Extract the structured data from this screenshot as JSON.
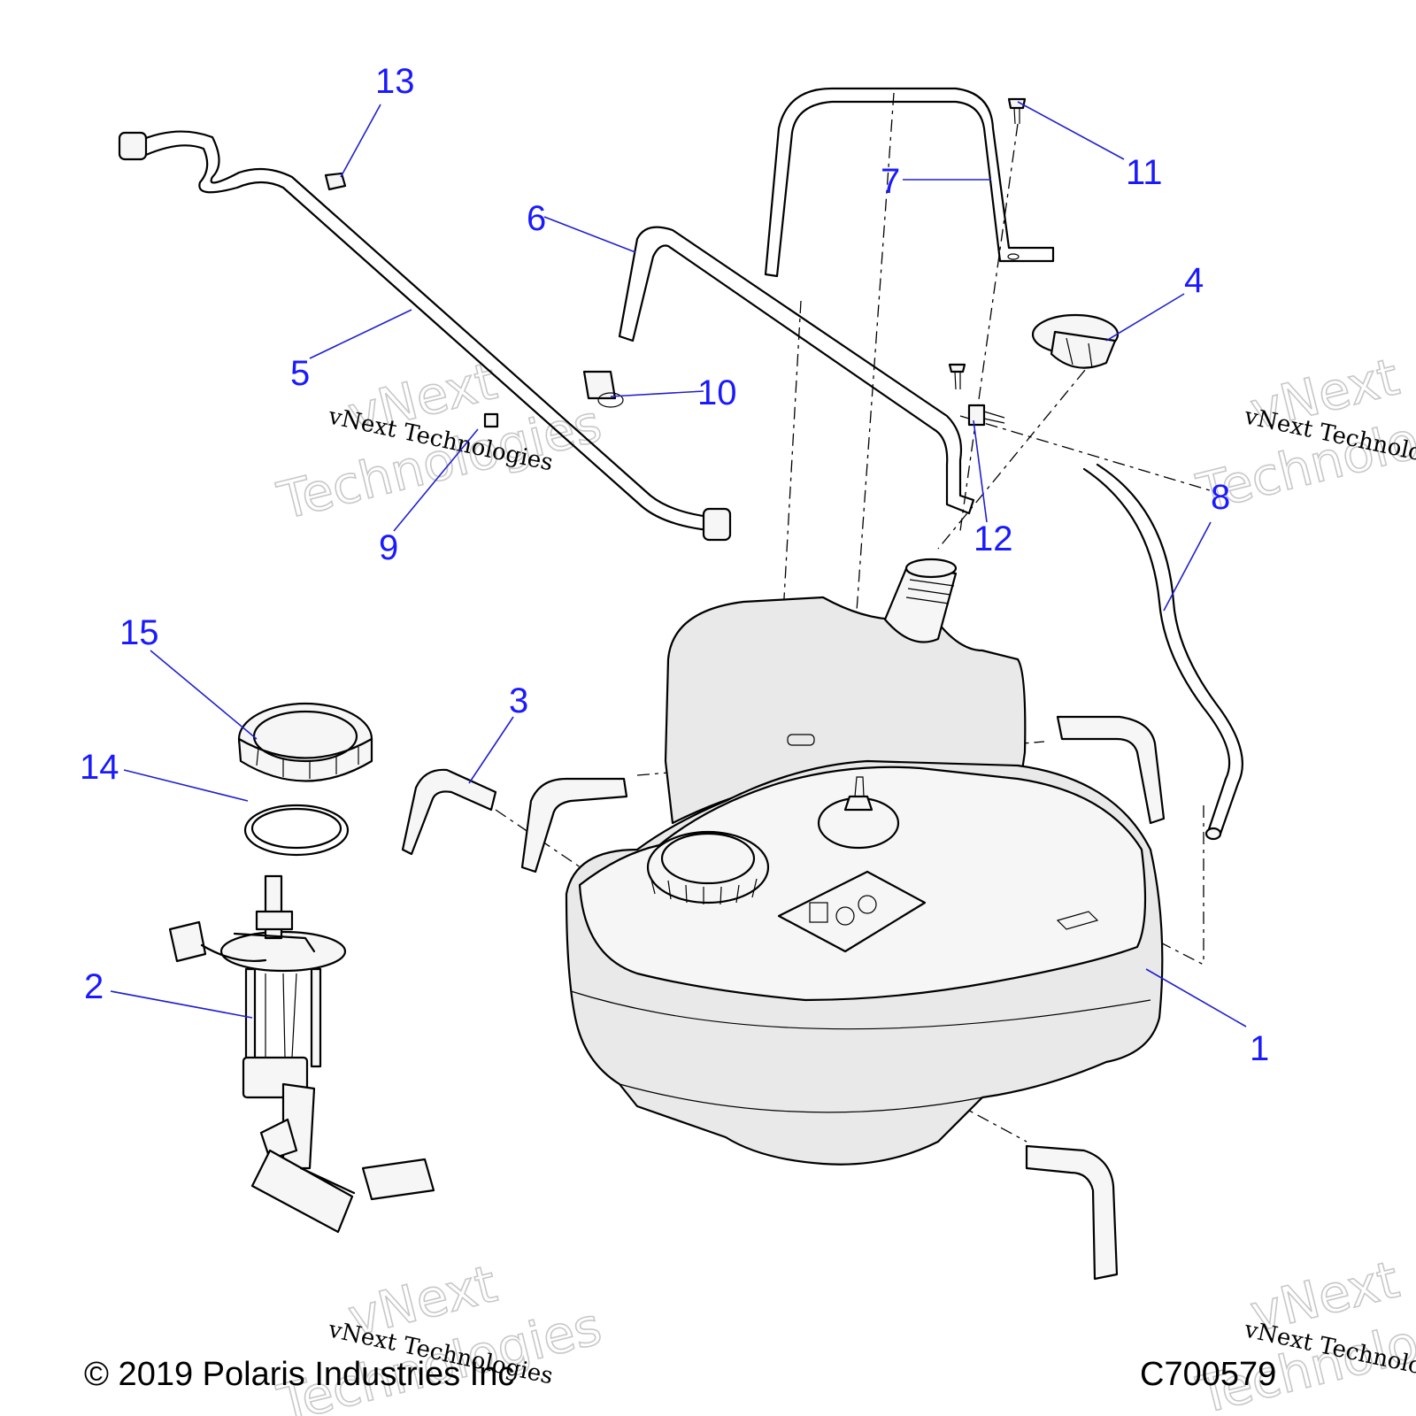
{
  "diagram": {
    "callouts": [
      "1",
      "2",
      "3",
      "4",
      "5",
      "6",
      "7",
      "8",
      "9",
      "10",
      "11",
      "12",
      "13",
      "14",
      "15"
    ],
    "watermark_small": "vNext Technologies",
    "watermark_big_top": "vNext",
    "watermark_big_bottom": "Technologies",
    "copyright": "© 2019 Polaris Industries Inc",
    "figure_id": "C700579",
    "colors": {
      "callout": "#1a1aff",
      "part_fill": "#e9e9e9",
      "line": "#000000"
    }
  }
}
